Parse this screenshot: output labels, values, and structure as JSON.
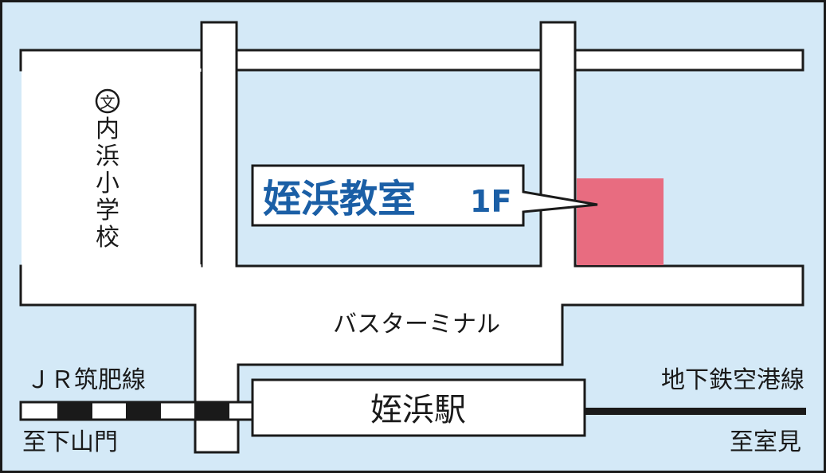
{
  "colors": {
    "background": "#d4e9f7",
    "road": "#ffffff",
    "outline": "#1a1a1a",
    "destination": "#e86c80",
    "callout_text": "#1b5fa6",
    "rail_dark": "#1a1a1a"
  },
  "school": {
    "icon": "school-symbol-icon",
    "symbol": "文",
    "name": [
      "内",
      "浜",
      "小",
      "学",
      "校"
    ]
  },
  "destination": {
    "name": "姪浜教室",
    "floor": "1F"
  },
  "bus_terminal": "バスターミナル",
  "station": "姪浜駅",
  "jr_line": {
    "name": "ＪＲ筑肥線",
    "direction": "至下山門"
  },
  "subway_line": {
    "name": "地下鉄空港線",
    "direction": "至室見"
  }
}
